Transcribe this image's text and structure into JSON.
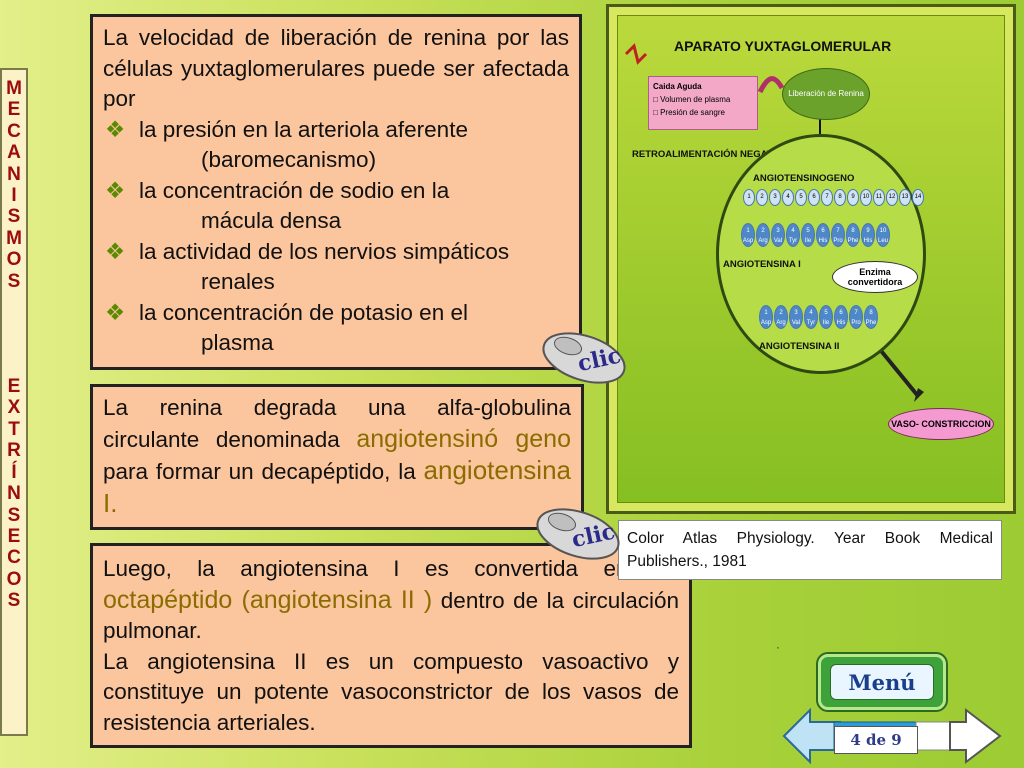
{
  "sidebar": {
    "word1": [
      "M",
      "E",
      "C",
      "A",
      "N",
      "I",
      "S",
      "M",
      "O",
      "S"
    ],
    "word2": [
      "E",
      "X",
      "T",
      "R",
      "Í",
      "N",
      "S",
      "E",
      "C",
      "O",
      "S"
    ]
  },
  "panel1": {
    "intro": "La velocidad de liberación de renina por las células yuxtaglomerulares puede ser afectada por",
    "bullets": [
      {
        "line1": "la presión en la arteriola aferente",
        "line2": "(baromecanismo)"
      },
      {
        "line1": "la concentración de sodio en la",
        "line2": "mácula densa"
      },
      {
        "line1": "la actividad de los nervios simpáticos",
        "line2": "renales"
      },
      {
        "line1": "la concentración de potasio en el",
        "line2": "plasma"
      }
    ]
  },
  "panel2": {
    "text_a": "La renina degrada una alfa-globulina circulante denominada ",
    "highlight_a": "angiotensinó geno",
    "text_b": " para formar un decapéptido, la ",
    "highlight_b": "angiotensina I."
  },
  "panel3": {
    "text_a": "Luego, la angiotensina I es convertida en un ",
    "highlight": "octapéptido (angiotensina II )",
    "text_b": " dentro de la circulación pulmonar.",
    "para2": "La angiotensina II es un compuesto vasoactivo y constituye un potente vasoconstrictor de los vasos de resistencia arteriales."
  },
  "diagram": {
    "title": "APARATO   YUXTAGLOMERULAR",
    "caida_title": "Caida Aguda",
    "caida_items": [
      "Volumen de plasma",
      "Presión de sangre"
    ],
    "liberacion": "Liberación de Renina",
    "retro": "RETROALIMENTACIÓN NEGATIVA",
    "angiotensinogeno": "ANGIOTENSINOGENO",
    "angiotensina1": "ANGIOTENSINA   I",
    "enzima": "Enzima convertidora",
    "angiotensina2": "ANGIOTENSINA II",
    "vaso": "VASO- CONSTRICCION",
    "chainA": [
      "1",
      "2",
      "3",
      "4",
      "5",
      "6",
      "7",
      "8",
      "9",
      "10",
      "11",
      "12",
      "13",
      "14"
    ],
    "chainB": [
      [
        "1",
        "Asp"
      ],
      [
        "2",
        "Arg"
      ],
      [
        "3",
        "Val"
      ],
      [
        "4",
        "Tyr"
      ],
      [
        "5",
        "Ile"
      ],
      [
        "6",
        "His"
      ],
      [
        "7",
        "Pro"
      ],
      [
        "8",
        "Phe"
      ],
      [
        "9",
        "His"
      ],
      [
        "10",
        "Leu"
      ]
    ],
    "chainC": [
      [
        "1",
        "Asp"
      ],
      [
        "2",
        "Arg"
      ],
      [
        "3",
        "Val"
      ],
      [
        "4",
        "Tyr"
      ],
      [
        "5",
        "Ile"
      ],
      [
        "6",
        "His"
      ],
      [
        "7",
        "Pro"
      ],
      [
        "8",
        "Phe"
      ]
    ]
  },
  "citation": "Color Atlas Physiology. Year Book Medical Publishers., 1981",
  "clic_label": "clic",
  "menu_label": "Menú",
  "page_indicator": "4 de 9",
  "colors": {
    "panel_bg": "#fbc59d",
    "highlight": "#8a6d00",
    "sidebar_text": "#9b0c0c"
  }
}
